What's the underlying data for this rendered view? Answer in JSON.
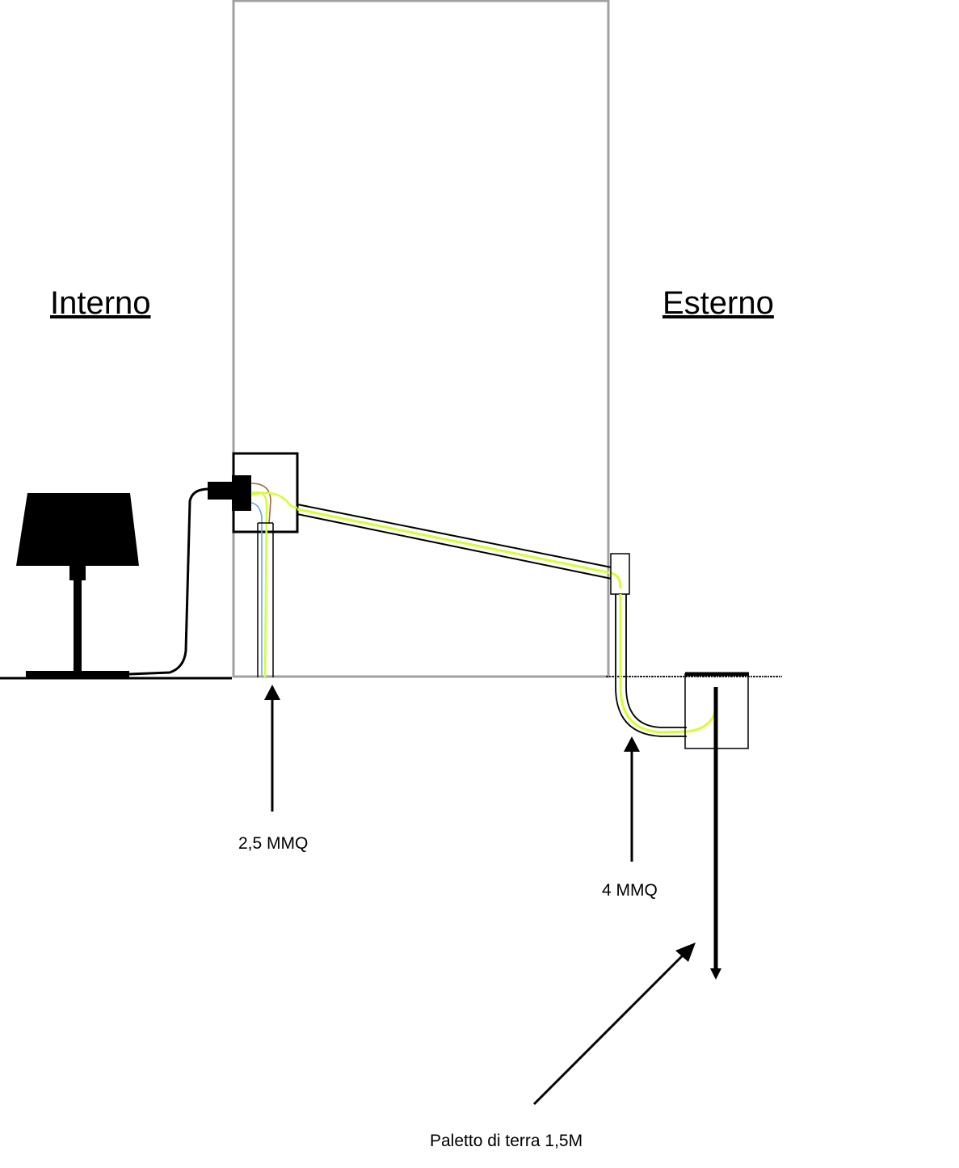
{
  "labels": {
    "inside": "Interno",
    "outside": "Esterno",
    "cable_inside": "2,5 MMQ",
    "cable_outside": "4 MMQ",
    "ground_rod": "Paletto di terra 1,5M"
  },
  "colors": {
    "wall": "#a0a0a0",
    "line": "#000000",
    "earth_wire": "#d4ff30",
    "neutral_wire": "#5aa7e8",
    "phase_wire": "#a0683a"
  }
}
